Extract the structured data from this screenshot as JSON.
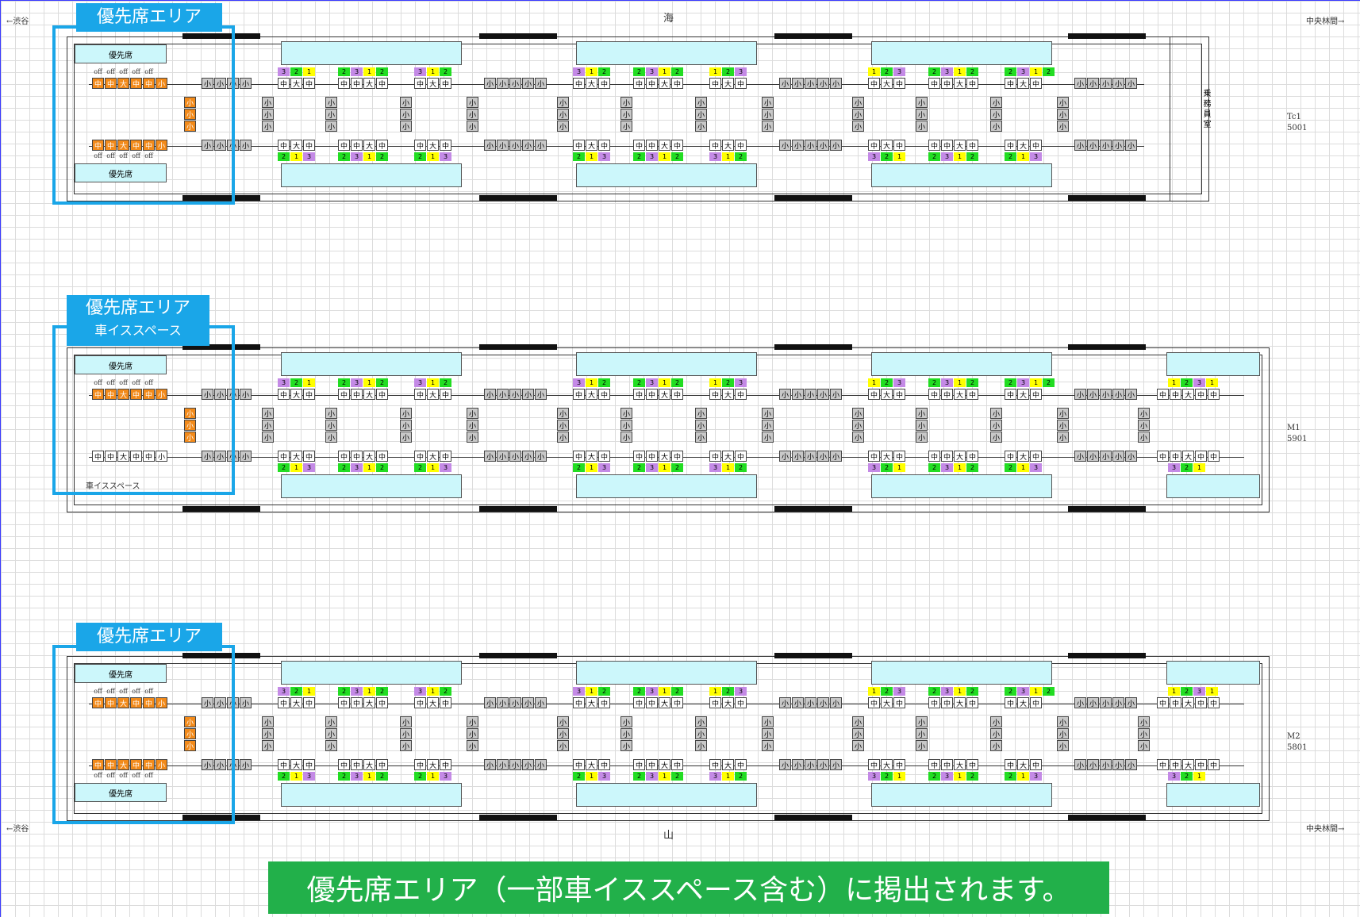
{
  "labels": {
    "left_top": "←渋谷",
    "right_top": "中央林間→",
    "sea": "海",
    "mountain": "山",
    "left_bottom": "←渋谷",
    "right_bottom": "中央林間→"
  },
  "areas": [
    {
      "title": "優先席エリア",
      "subtitle": ""
    },
    {
      "title": "優先席エリア",
      "subtitle": "車イススペース"
    },
    {
      "title": "優先席エリア",
      "subtitle": ""
    }
  ],
  "cars": [
    {
      "type": "Tc1",
      "number": "5001",
      "priority_top": "優先席",
      "priority_bottom": "優先席",
      "crew_room": "乗務員室",
      "bottom_note": ""
    },
    {
      "type": "M1",
      "number": "5901",
      "priority_top": "優先席",
      "priority_bottom": "",
      "crew_room": "",
      "bottom_note": "車イススペース"
    },
    {
      "type": "M2",
      "number": "5801",
      "priority_top": "優先席",
      "priority_bottom": "優先席",
      "crew_room": "",
      "bottom_note": ""
    }
  ],
  "seat_labels": {
    "small": "小",
    "medium": "中",
    "large": "大",
    "off": "off"
  },
  "priority_row": [
    "中",
    "中",
    "大",
    "中",
    "中",
    "小"
  ],
  "seat_group": [
    "中",
    "大",
    "中"
  ],
  "seat_group4": [
    "中",
    "中",
    "大",
    "中"
  ],
  "small_row": [
    "小",
    "小",
    "小",
    "小"
  ],
  "small_row5": [
    "小",
    "小",
    "小",
    "小",
    "小"
  ],
  "end_row": [
    "中",
    "中",
    "大",
    "中",
    "中"
  ],
  "num_sets": {
    "a": [
      "3",
      "2",
      "1"
    ],
    "b": [
      "2",
      "3",
      "1",
      "2"
    ],
    "c": [
      "3",
      "1",
      "2"
    ],
    "d": [
      "1",
      "2",
      "3"
    ],
    "e": [
      "1",
      "2",
      "3",
      "1"
    ],
    "f": [
      "2",
      "1",
      "3"
    ]
  },
  "colors": {
    "one": "#ffff00",
    "two": "#22dd22",
    "three": "#c48ae6",
    "priority": "#f28a1a",
    "area_border": "#1aa6e8",
    "banner": "#22b04a"
  },
  "banner": "優先席エリア（一部車イススペース含む）に掲出されます。"
}
